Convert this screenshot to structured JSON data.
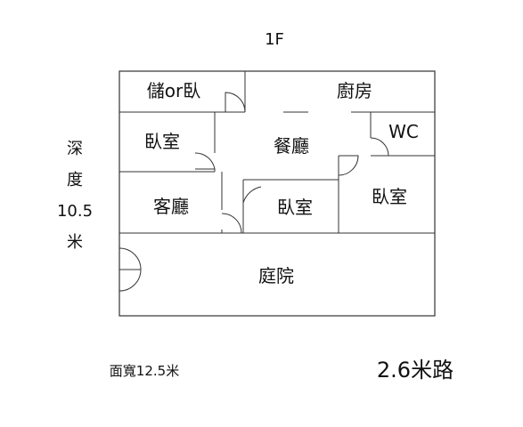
{
  "floor_title": "1F",
  "depth_label": [
    "深",
    "度",
    "10.5",
    "米"
  ],
  "width_label": "面寬12.5米",
  "road_label": "2.6米路",
  "rooms": {
    "storage_or_bedroom": "儲or臥",
    "kitchen": "廚房",
    "bedroom_left": "臥室",
    "dining": "餐廳",
    "wc": "WC",
    "living": "客廳",
    "bedroom_middle": "臥室",
    "bedroom_right": "臥室",
    "courtyard": "庭院"
  }
}
